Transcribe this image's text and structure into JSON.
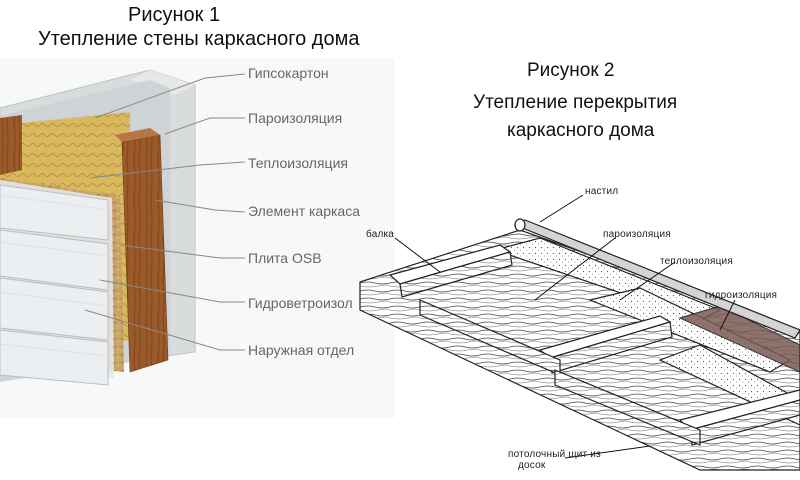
{
  "figure1": {
    "title": "Рисунок 1",
    "subtitle": "Утепление стены каркасного дома",
    "labels": [
      "Гипсокартон",
      "Пароизоляция",
      "Теплоизоляция",
      "Элемент каркаса",
      "Плита OSB",
      "Гидроветроизол",
      "Наружная отдел"
    ]
  },
  "figure2": {
    "title": "Рисунок 2",
    "subtitle_line1": "Утепление перекрытия",
    "subtitle_line2": "каркасного дома",
    "labels": {
      "nastil": "настил",
      "balka": "балка",
      "paroizolyaciya": "пароизоляция",
      "teploizolyaciya": "теплоизоляция",
      "gidroizolyaciya": "гидроизоляция",
      "potolochnyi_line1": "потолочный щит из",
      "potolochnyi_line2": "досок"
    }
  },
  "colors": {
    "drywall": "#d9dcdc",
    "wood": "#9b5a2a",
    "insulation": "#d8b85a",
    "osb": "#c9a46a",
    "siding": "#e9ecee",
    "label_gray": "#666666"
  }
}
